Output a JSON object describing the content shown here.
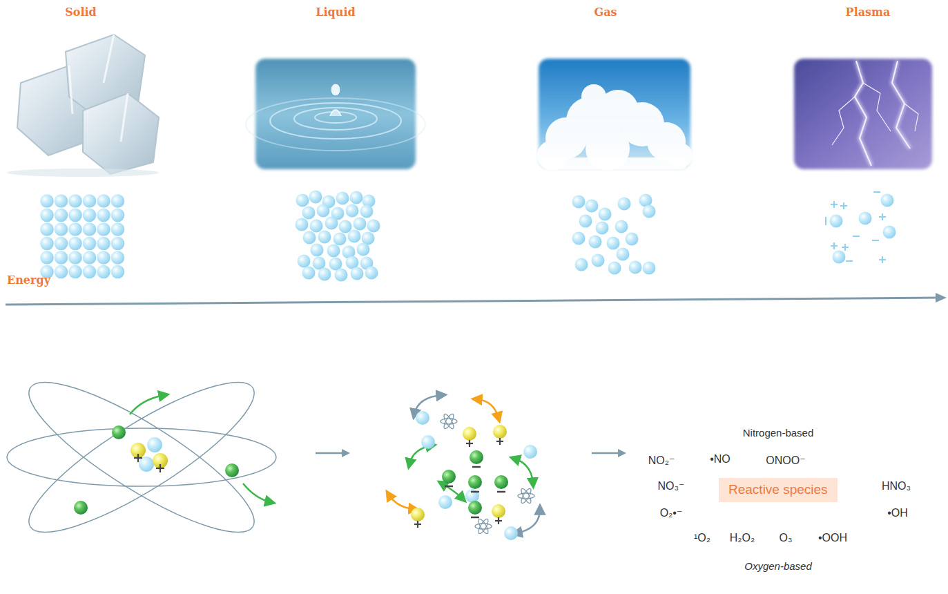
{
  "diagram": {
    "nodes": [
      {
        "text": [
          "Reactive species"
        ]
      }
    ],
    "labels": [
      "Solid",
      "Liquid",
      "Gas",
      "Plasma",
      "Energy",
      "Nitrogen-based",
      "NO₂⁻",
      "•NO",
      "ONOO⁻",
      "NO₃⁻",
      "HNO₃",
      "O₂•⁻",
      "•OH",
      "¹O₂",
      "H₂O₂",
      "O₃",
      "•OOH",
      "Oxygen-based"
    ]
  }
}
